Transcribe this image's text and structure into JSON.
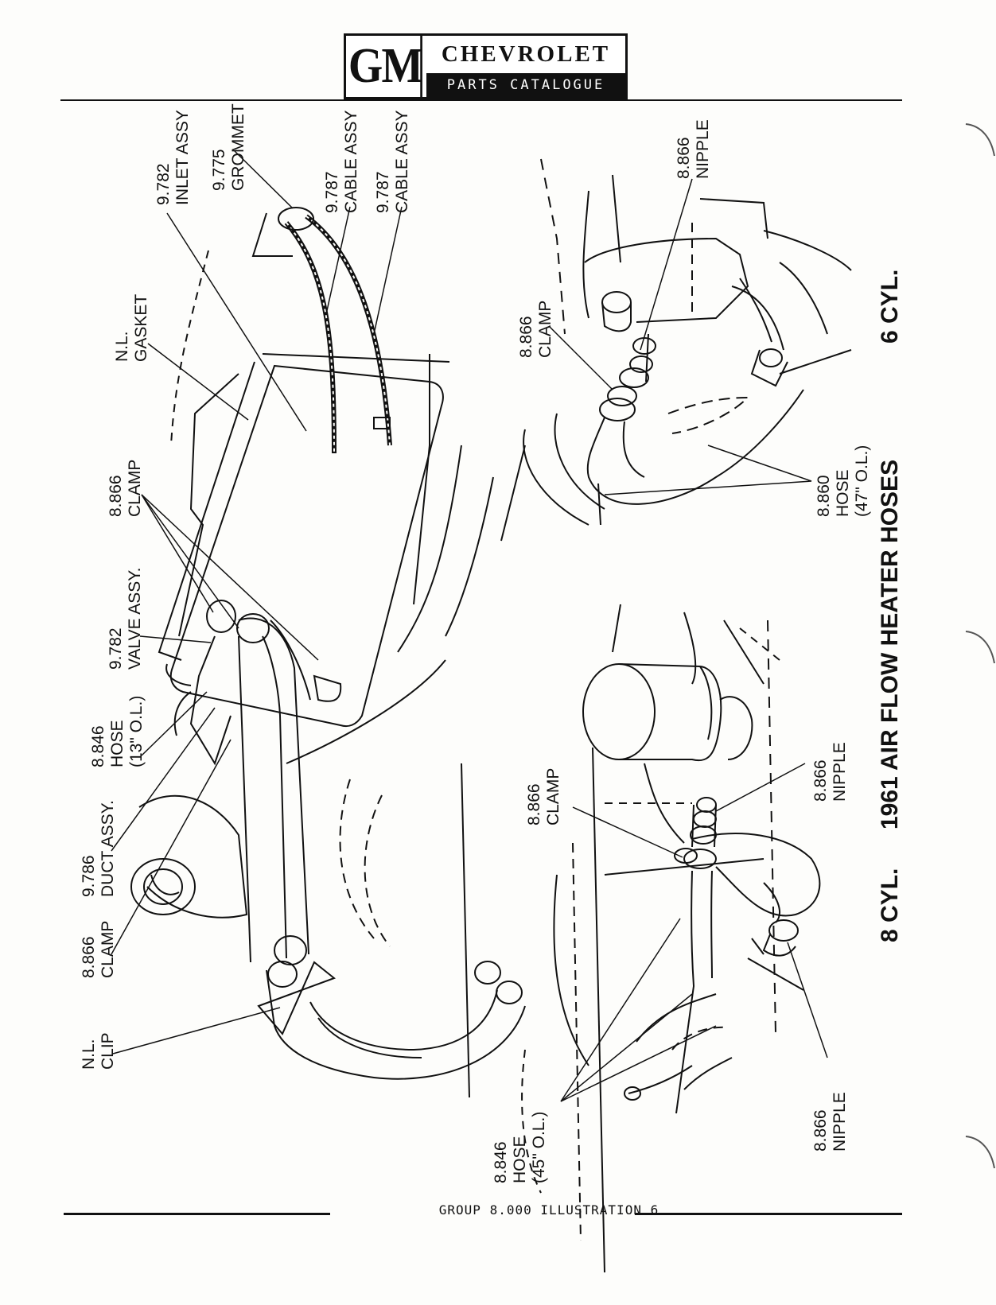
{
  "header": {
    "logo_mark": "GM",
    "brand": "CHEVROLET",
    "subtitle": "PARTS CATALOGUE"
  },
  "title": "1961 AIR FLOW HEATER HOSES",
  "panels": {
    "eight_cyl": "8 CYL.",
    "six_cyl": "6 CYL."
  },
  "callouts": {
    "nl_clip": [
      "N.L.",
      "CLIP"
    ],
    "clamp_8866_left": [
      "8.866",
      "CLAMP"
    ],
    "duct_assy": [
      "9.786",
      "DUCT ASSY."
    ],
    "hose_8846_13": [
      "8.846",
      "HOSE",
      "(13\" O.L.)"
    ],
    "valve_assy": [
      "9.782",
      "VALVE ASSY."
    ],
    "clamp_8866_mid": [
      "8.866",
      "CLAMP"
    ],
    "nl_gasket": [
      "N.L.",
      "GASKET"
    ],
    "inlet_assy": [
      "9.782",
      "INLET ASSY"
    ],
    "grommet": [
      "9.775",
      "GROMMET"
    ],
    "cable_assy_1": [
      "9.787",
      "CABLE ASSY"
    ],
    "cable_assy_2": [
      "9.787",
      "CABLE ASSY"
    ],
    "hose_8846_45": [
      "8.846",
      "HOSE",
      "(45\" O.L.)"
    ],
    "clamp_8866_8cyl": [
      "8.866",
      "CLAMP"
    ],
    "nipple_8866_8cyl_top": [
      "8.866",
      "NIPPLE"
    ],
    "nipple_8866_8cyl_bottom": [
      "8.866",
      "NIPPLE"
    ],
    "clamp_8866_6cyl": [
      "8.866",
      "CLAMP"
    ],
    "nipple_8866_6cyl": [
      "8.866",
      "NIPPLE"
    ],
    "hose_8860_47": [
      "8.860",
      "HOSE",
      "(47\" O.L.)"
    ]
  },
  "footer": {
    "text": "GROUP 8.000  ILLUSTRATION  6"
  }
}
